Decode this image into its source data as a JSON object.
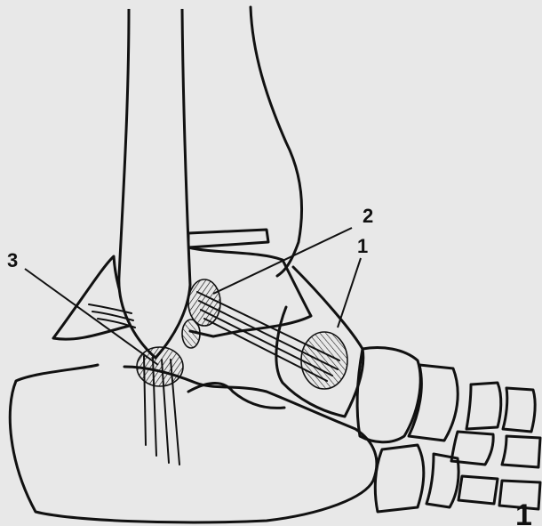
{
  "figure": {
    "background": "#e8e8e8",
    "ink": "#111111",
    "labels": [
      {
        "id": "label-1",
        "text": "1"
      },
      {
        "id": "label-2",
        "text": "2"
      },
      {
        "id": "label-3",
        "text": "3"
      }
    ],
    "corner_label": "1"
  }
}
